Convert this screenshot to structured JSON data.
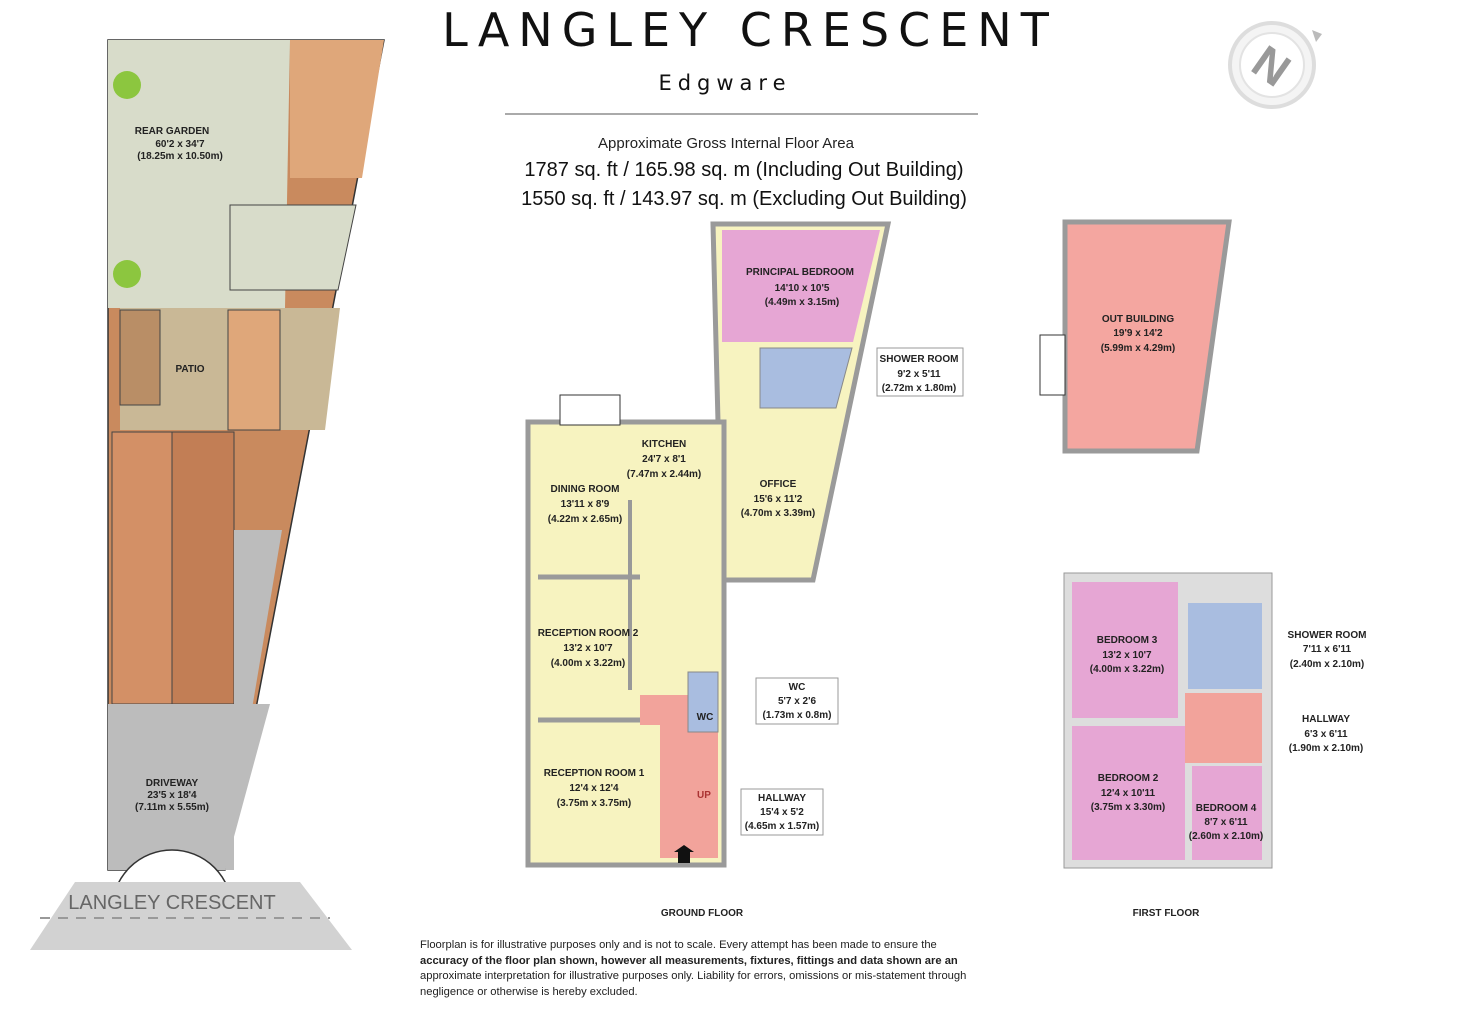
{
  "header": {
    "title": "LANGLEY CRESCENT",
    "subtitle": "Edgware"
  },
  "area": {
    "label": "Approximate Gross Internal Floor Area",
    "including": "1787 sq. ft / 165.98 sq. m (Including Out Building)",
    "excluding": "1550 sq. ft / 143.97 sq. m (Excluding Out Building)"
  },
  "compass": {
    "letter": "N",
    "icon": "north-compass-icon"
  },
  "site": {
    "rear_garden": {
      "name": "REAR GARDEN",
      "imperial": "60'2 x 34'7",
      "metric": "(18.25m x 10.50m)"
    },
    "patio": {
      "name": "PATIO"
    },
    "driveway": {
      "name": "DRIVEWAY",
      "imperial": "23'5 x 18'4",
      "metric": "(7.11m x 5.55m)"
    },
    "road": "LANGLEY CRESCENT"
  },
  "ground_floor": {
    "label": "GROUND FLOOR",
    "principal_bedroom": {
      "name": "PRINCIPAL BEDROOM",
      "imperial": "14'10 x 10'5",
      "metric": "(4.49m x 3.15m)"
    },
    "shower_room": {
      "name": "SHOWER ROOM",
      "imperial": "9'2 x 5'11",
      "metric": "(2.72m x 1.80m)"
    },
    "kitchen": {
      "name": "KITCHEN",
      "imperial": "24'7 x 8'1",
      "metric": "(7.47m x 2.44m)"
    },
    "office": {
      "name": "OFFICE",
      "imperial": "15'6 x 11'2",
      "metric": "(4.70m x 3.39m)"
    },
    "dining_room": {
      "name": "DINING ROOM",
      "imperial": "13'11 x 8'9",
      "metric": "(4.22m x 2.65m)"
    },
    "reception_room_2": {
      "name": "RECEPTION ROOM 2",
      "imperial": "13'2 x 10'7",
      "metric": "(4.00m x 3.22m)"
    },
    "reception_room_1": {
      "name": "RECEPTION ROOM 1",
      "imperial": "12'4 x 12'4",
      "metric": "(3.75m x 3.75m)"
    },
    "wc": {
      "name": "WC",
      "imperial": "5'7 x 2'6",
      "metric": "(1.73m x 0.8m)",
      "inner": "WC"
    },
    "hallway": {
      "name": "HALLWAY",
      "imperial": "15'4 x 5'2",
      "metric": "(4.65m x 1.57m)"
    },
    "stairs": "UP"
  },
  "out_building": {
    "name": "OUT BUILDING",
    "imperial": "19'9 x 14'2",
    "metric": "(5.99m x 4.29m)"
  },
  "first_floor": {
    "label": "FIRST FLOOR",
    "bedroom_3": {
      "name": "BEDROOM 3",
      "imperial": "13'2 x 10'7",
      "metric": "(4.00m x 3.22m)"
    },
    "bedroom_2": {
      "name": "BEDROOM 2",
      "imperial": "12'4 x 10'11",
      "metric": "(3.75m x 3.30m)"
    },
    "bedroom_4": {
      "name": "BEDROOM 4",
      "imperial": "8'7 x 6'11",
      "metric": "(2.60m x 2.10m)"
    },
    "shower_room": {
      "name": "SHOWER ROOM",
      "imperial": "7'11 x 6'11",
      "metric": "(2.40m x 2.10m)"
    },
    "hallway": {
      "name": "HALLWAY",
      "imperial": "6'3 x 6'11",
      "metric": "(1.90m x 2.10m)"
    }
  },
  "disclaimer": {
    "p1": "Floorplan is for illustrative purposes only and is not to scale. Every attempt has been made to ensure the ",
    "bold": "accuracy of the floor plan shown, however all measurements, fixtures, fittings and data shown are an",
    "p2": " approximate interpretation for illustrative purposes only. Liability for errors, omissions or mis-statement through negligence or otherwise is hereby excluded."
  },
  "colors": {
    "bedroom": "#e6a6d4",
    "living": "#f7f3c0",
    "wet": "#a9bde0",
    "hallway": "#f2a39b",
    "outbuilding": "#f4a6a0",
    "garden": "#d8dcca",
    "patio": "#c9b896",
    "decking": "#c98a5e",
    "driveway": "#b9b9b9"
  }
}
